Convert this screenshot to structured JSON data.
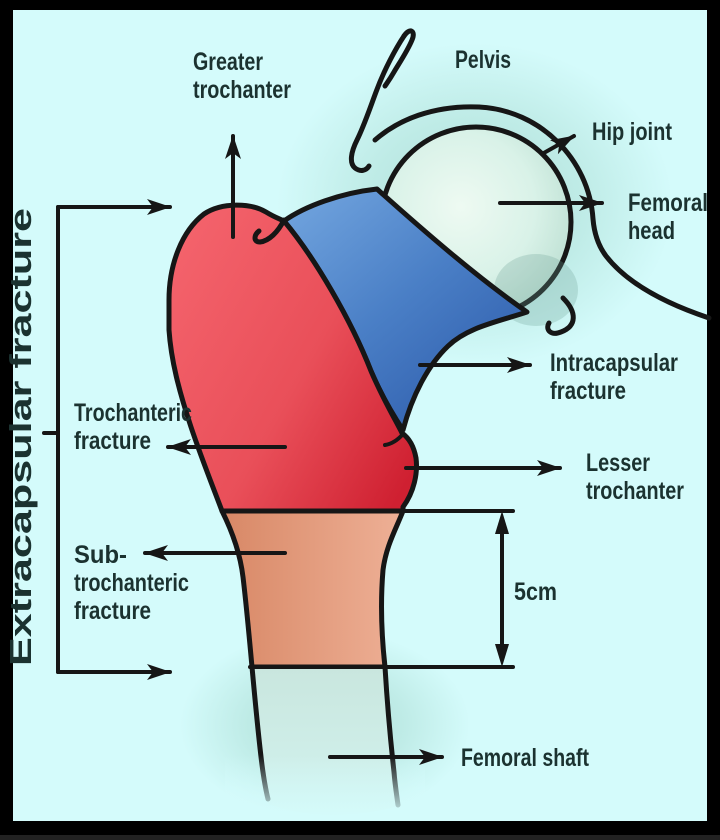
{
  "labels": {
    "greater_trochanter": [
      "Greater",
      "trochanter"
    ],
    "pelvis": [
      "Pelvis"
    ],
    "hip_joint": [
      "Hip joint"
    ],
    "femoral_head": [
      "Femoral",
      "head"
    ],
    "intracapsular_fracture": [
      "Intracapsular",
      "fracture"
    ],
    "lesser_trochanter": [
      "Lesser",
      "trochanter"
    ],
    "trochanteric_fracture": [
      "Trochanteric",
      "fracture"
    ],
    "subtrochanteric_fracture": [
      "Sub-",
      "trochanteric",
      "fracture"
    ],
    "extracapsular_fracture": [
      "Extracapsular fracture"
    ],
    "measurement_5cm": [
      "5cm"
    ],
    "femoral_shaft": [
      "Femoral shaft"
    ]
  },
  "colors": {
    "frame": "#000000",
    "background": "#d4fbfb",
    "text": "#1b3230",
    "line": "#161616",
    "femoral_head_fill": "#d9f2e8",
    "intracapsular_region_fill": "#4a7fc6",
    "trochanteric_region_fill": "#e94f59",
    "subtrochanteric_region_fill": "#e09878",
    "distal_shaft_fill": "#c9e6de"
  },
  "regions": [
    {
      "name": "intracapsular-fracture-zone",
      "color": "#4a7fc6"
    },
    {
      "name": "trochanteric-fracture-zone",
      "color": "#e94f59"
    },
    {
      "name": "subtrochanteric-fracture-zone",
      "color": "#e09878"
    }
  ]
}
